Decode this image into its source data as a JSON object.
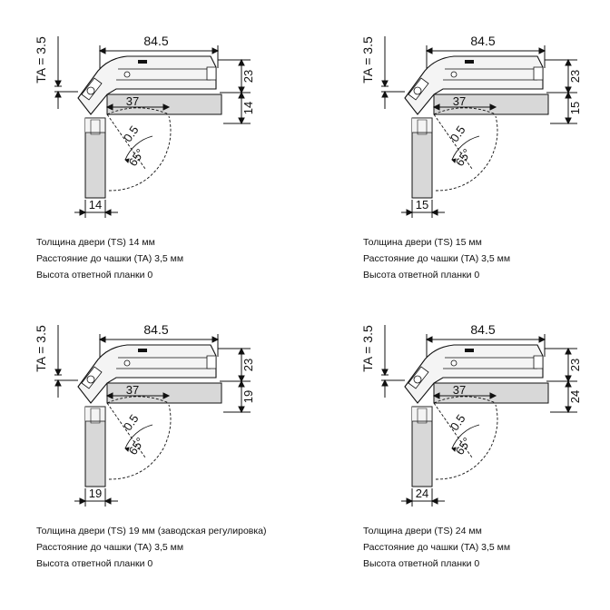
{
  "panels": [
    {
      "dims": {
        "width": "84.5",
        "height_top": "23",
        "door": "14",
        "side": "14",
        "cup": "37",
        "gap": "0.5",
        "angle": "65°",
        "ta": "TA = 3.5"
      },
      "caption": [
        "Толщина двери (TS) 14 мм",
        "Расстояние до чашки (TA) 3,5 мм",
        "Высота ответной планки 0"
      ]
    },
    {
      "dims": {
        "width": "84.5",
        "height_top": "23",
        "door": "15",
        "side": "15",
        "cup": "37",
        "gap": "0.5",
        "angle": "65°",
        "ta": "TA = 3.5"
      },
      "caption": [
        "Толщина двери (TS) 15 мм",
        "Расстояние до чашки (TA) 3,5 мм",
        "Высота ответной планки 0"
      ]
    },
    {
      "dims": {
        "width": "84.5",
        "height_top": "23",
        "door": "19",
        "side": "19",
        "cup": "37",
        "gap": "0.5",
        "angle": "65°",
        "ta": "TA = 3.5"
      },
      "caption": [
        "Толщина двери (TS) 19 мм (заводская регулировка)",
        "Расстояние до чашки (TA) 3,5 мм",
        "Высота ответной планки 0"
      ]
    },
    {
      "dims": {
        "width": "84.5",
        "height_top": "23",
        "door": "24",
        "side": "24",
        "cup": "37",
        "gap": "0.5",
        "angle": "65°",
        "ta": "TA = 3.5"
      },
      "caption": [
        "Толщина двери (TS) 24 мм",
        "Расстояние до чашки (TA) 3,5 мм",
        "Высота ответной планки 0"
      ]
    }
  ]
}
